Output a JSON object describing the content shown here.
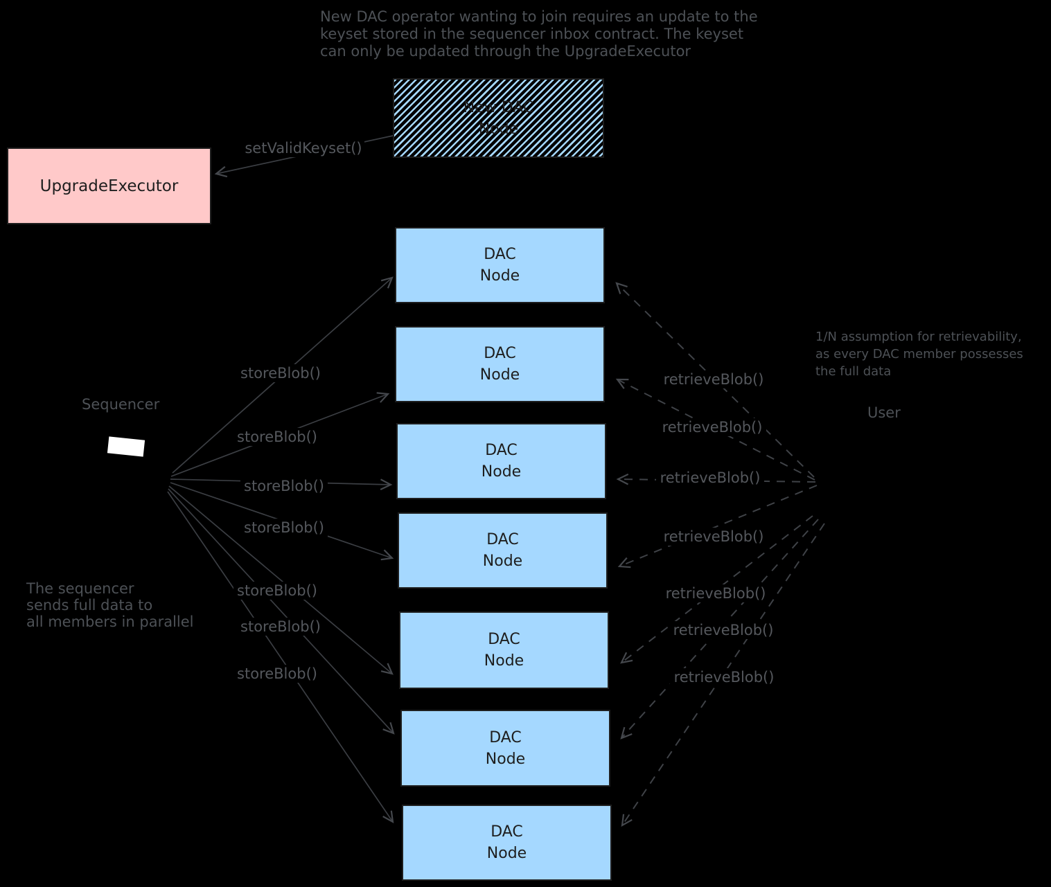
{
  "colors": {
    "background": "#000000",
    "dac_node_fill": "#a5d8ff",
    "upgrade_executor_fill": "#ffc9c9",
    "shape_border": "#1e1e1e",
    "connector_line": "#3b3e43",
    "annotation_text": "#4d5156",
    "sequencer_icon_white": "#ffffff"
  },
  "notes": {
    "top": {
      "line1": "New DAC operator wanting to join requires an update to the",
      "line2": "keyset stored in the sequencer inbox contract. The keyset",
      "line3": "can only be updated through the UpgradeExecutor"
    },
    "left": {
      "line1": "The sequencer",
      "line2": "sends full data to",
      "line3": "all members in parallel"
    },
    "right": {
      "line1": "1/N assumption for retrievability,",
      "line2": "as every DAC member possesses",
      "line3": "the full data"
    }
  },
  "nodes": {
    "upgrade_executor": {
      "label": "UpgradeExecutor"
    },
    "new_dac_node": {
      "line1": "New DAC",
      "line2": "Node"
    },
    "dac_node": {
      "line1": "DAC",
      "line2": "Node"
    },
    "sequencer": {
      "label": "Sequencer"
    },
    "user": {
      "label": "User"
    }
  },
  "arrow_labels": {
    "set_valid_keyset": "setValidKeyset()",
    "store_blob": "storeBlob()",
    "retrieve_blob": "retrieveBlob()"
  },
  "structure": {
    "dac_node_count": 7,
    "store_blob_arrow_count": 7,
    "retrieve_blob_arrow_count": 7
  }
}
